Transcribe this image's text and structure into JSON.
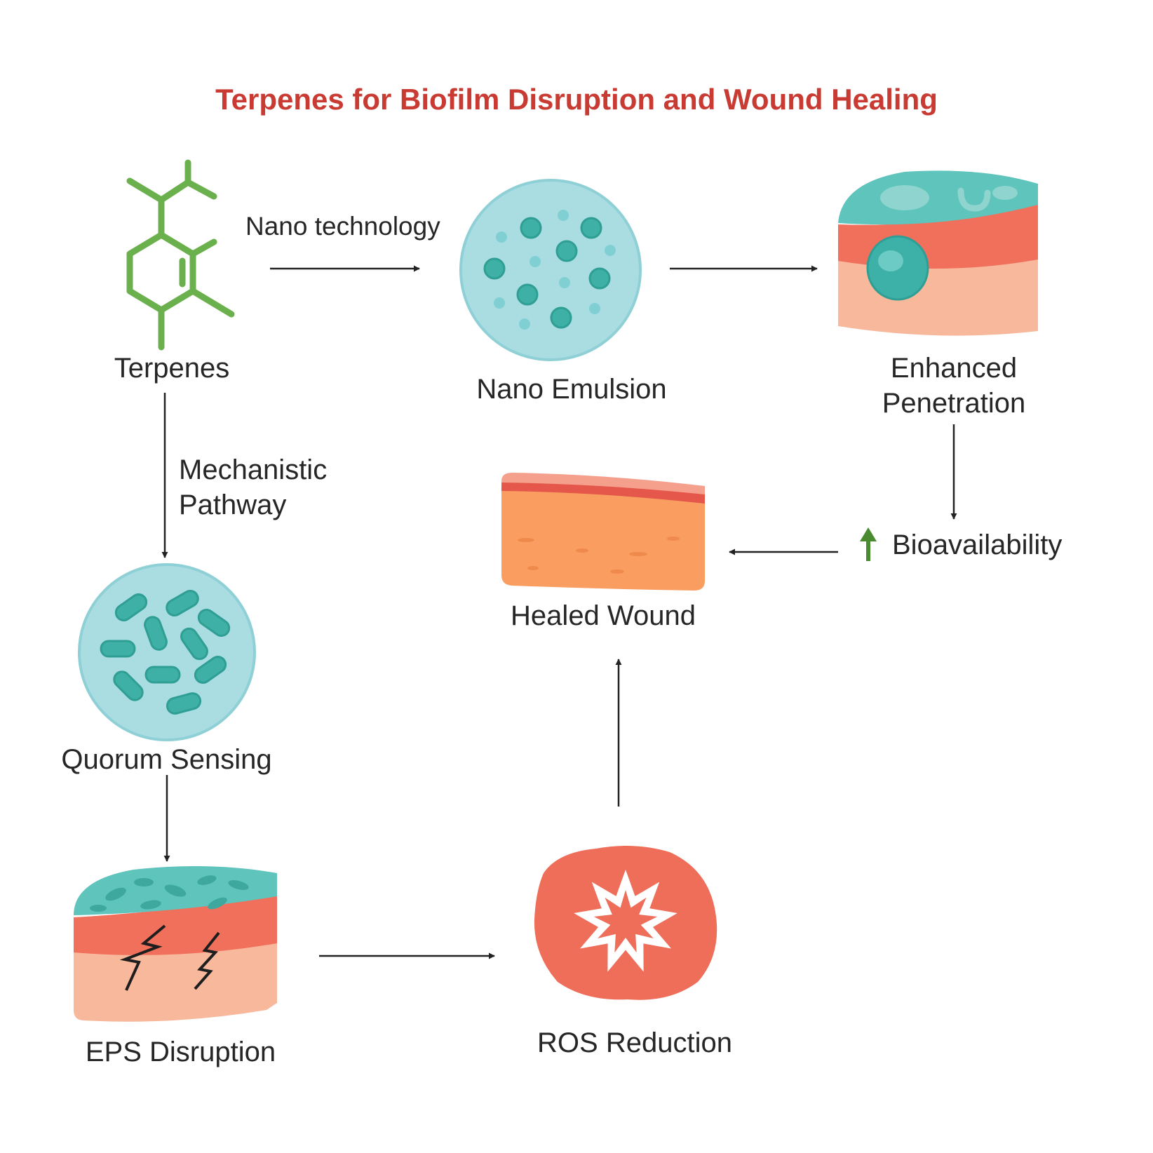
{
  "title": "Terpenes for Biofilm Disruption and Wound Healing",
  "nodes": {
    "terpenes": "Terpenes",
    "nano_emulsion": "Nano Emulsion",
    "enhanced_penetration": [
      "Enhanced",
      "Penetration"
    ],
    "bioavailability": "Bioavailability",
    "healed_wound": "Healed Wound",
    "quorum_sensing": "Quorum Sensing",
    "eps_disruption": "EPS Disruption",
    "ros_reduction": "ROS Reduction"
  },
  "edges": {
    "nano_technology": "Nano technology",
    "mechanistic_pathway": [
      "Mechanistic",
      "Pathway"
    ]
  },
  "icons": {
    "terpene": "terpene-molecule-icon",
    "nano": "nanoemulsion-droplet-icon",
    "penetration": "skin-layer-penetration-icon",
    "up_arrow": "up-arrow-icon",
    "wound": "healed-skin-icon",
    "quorum": "bacteria-colony-icon",
    "eps": "cracked-biofilm-icon",
    "ros": "ros-burst-icon"
  },
  "colors": {
    "title": "#c83a32",
    "green": "#6ab04c",
    "teal": "#5ec4bc",
    "teal_light": "#a9dde2",
    "teal_dark": "#2f9e94",
    "skin_top": "#f4a08c",
    "skin_mid": "#f0705c",
    "skin_base": "#f8b89c",
    "wound_orange": "#f99d60",
    "ros_red": "#ee6e5a"
  }
}
